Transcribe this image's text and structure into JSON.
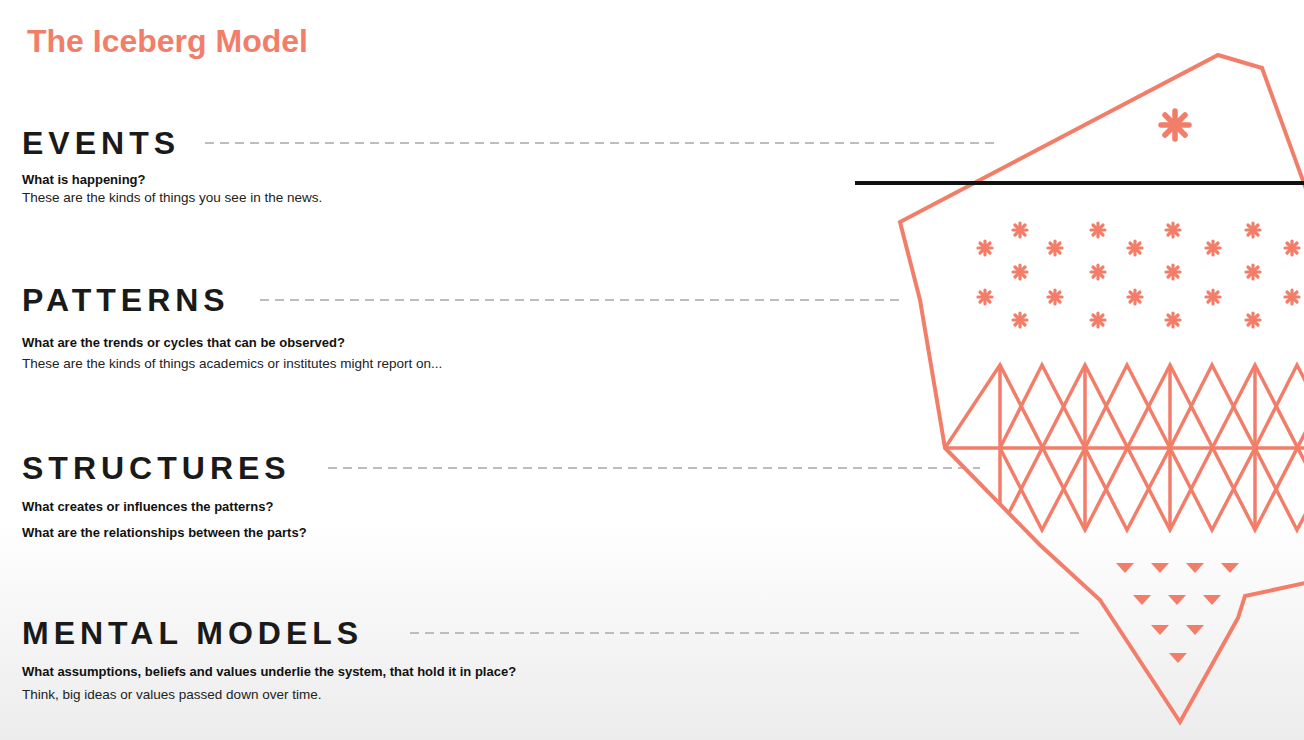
{
  "diagram": {
    "title": "The Iceberg Model",
    "labels": [
      "EVENTS",
      "What is happening?",
      "These are the kinds of things you see in the news.",
      "PATTERNS",
      "What are the trends or cycles that can be observed?",
      "These are the kinds of things academics or institutes might report on...",
      "STRUCTURES",
      "What creates or influences the patterns?",
      "What are the relationships between the parts?",
      "MENTAL MODELS",
      "What assumptions, beliefs and values underlie the system, that hold it in place?",
      "Think, big ideas or values passed down over time."
    ]
  }
}
